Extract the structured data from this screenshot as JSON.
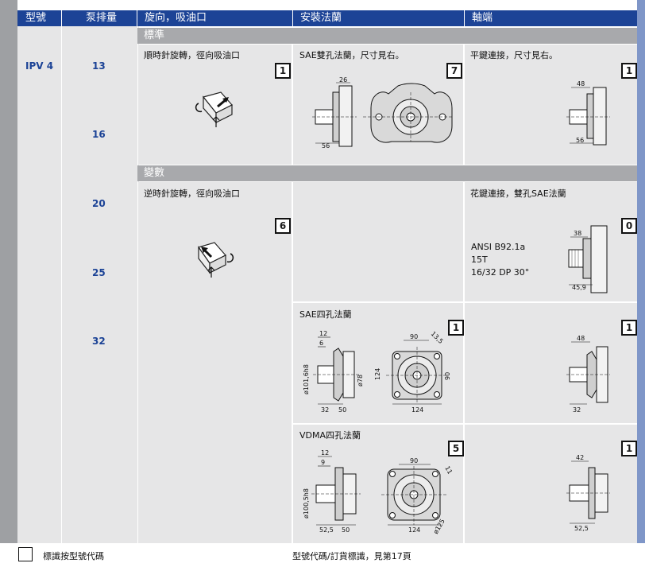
{
  "header": {
    "col_model": "型號",
    "col_displacement": "泵排量",
    "col_rotation": "旋向，吸油口",
    "col_flange": "安裝法蘭",
    "col_shaft": "軸端"
  },
  "model": "IPV 4",
  "displacements": [
    "13",
    "16",
    "20",
    "25",
    "32"
  ],
  "bands": {
    "standard": "標準",
    "variant": "變數"
  },
  "rotation": {
    "clockwise": {
      "text": "順時針旋轉，徑向吸油口",
      "code": "1",
      "icon": "clockwise-rotation-icon"
    },
    "counter": {
      "text": "逆時針旋轉，徑向吸油口",
      "code": "6",
      "icon": "counterclockwise-rotation-icon"
    }
  },
  "flange": {
    "sae2": {
      "text": "SAE雙孔法蘭，尺寸見右。",
      "code": "7",
      "dims": [
        "26",
        "56"
      ]
    },
    "sae4": {
      "text": "SAE四孔法蘭",
      "code": "1",
      "dims": [
        "12",
        "6",
        "90",
        "13,5",
        "ø101,6h8",
        "ø78",
        "124",
        "90",
        "32",
        "50",
        "124"
      ]
    },
    "vdma4": {
      "text": "VDMA四孔法蘭",
      "code": "5",
      "dims": [
        "12",
        "9",
        "90",
        "11",
        "ø100,5h8",
        "ø125",
        "52,5",
        "50",
        "124"
      ]
    }
  },
  "shaft": {
    "keyed": {
      "text": "平鍵連接，尺寸見右。",
      "code": "1",
      "dims": [
        "48",
        "56"
      ]
    },
    "spline": {
      "text": "花鍵連接，雙孔SAE法蘭",
      "code": "0",
      "spec": [
        "ANSI B92.1a",
        "15T",
        "16/32 DP 30°"
      ],
      "dims": [
        "38",
        "45,9"
      ]
    },
    "sae4": {
      "code": "1",
      "dims": [
        "48",
        "32"
      ]
    },
    "vdma4": {
      "code": "1",
      "dims": [
        "42",
        "52,5"
      ]
    }
  },
  "footer": {
    "legend": "標識按型號代碼",
    "note": "型號代碼/訂貨標識，見第17頁"
  },
  "colors": {
    "header": "#1c4396",
    "accent": "#7f96c8",
    "cell": "#e6e6e7",
    "band": "#a8a9ac"
  }
}
